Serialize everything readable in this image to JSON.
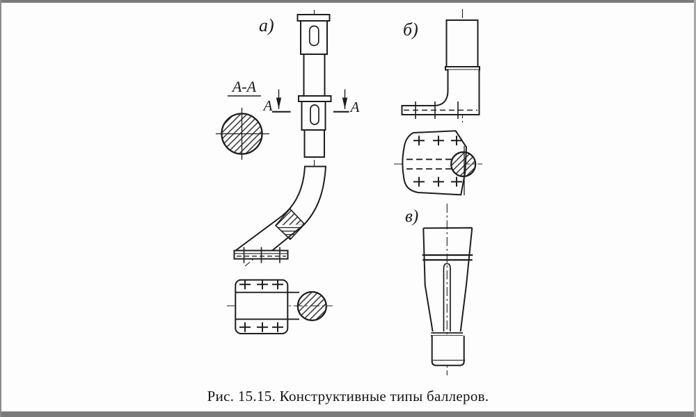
{
  "figure": {
    "caption": "Рис. 15.15. Конструктивные типы баллеров.",
    "labels": {
      "view_a": "а)",
      "view_b": "б)",
      "view_v": "в)",
      "section_title": "А-А",
      "cut_arrow_left": "А",
      "cut_arrow_right": "А"
    },
    "colors": {
      "line": "#1e1e1e",
      "background": "#fdfdfd",
      "frame_border": "#7b7b7b"
    }
  }
}
